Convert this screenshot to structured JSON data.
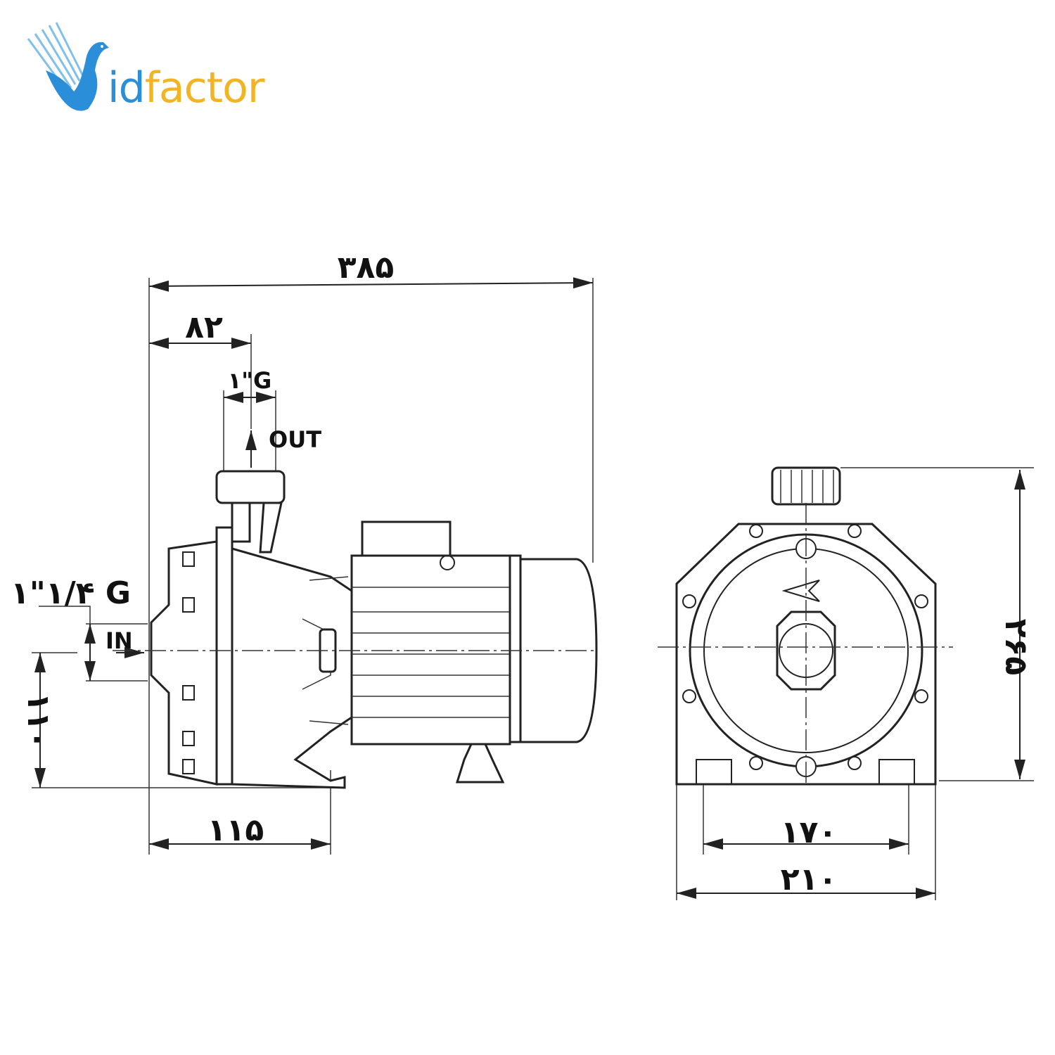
{
  "logo": {
    "text": "Vidfactor",
    "part_id": "id",
    "part_factor": "factor",
    "prefix_mark": "V"
  },
  "colors": {
    "logo_blue": "#2a8fd8",
    "logo_yellow": "#f2b425",
    "line": "#222222"
  },
  "side_view": {
    "overall_length": "۳۸۵",
    "outlet_offset": "۸۲",
    "outlet_size": "۱\"G",
    "outlet_label": "OUT",
    "inlet_size": "۱\"۱/۴ G",
    "inlet_label": "IN",
    "shaft_height": "۱۱۰",
    "base_length": "۱۱۵"
  },
  "front_view": {
    "total_height": "۲۶۵",
    "inner_width": "۱۷۰",
    "outer_width": "۲۱۰"
  }
}
